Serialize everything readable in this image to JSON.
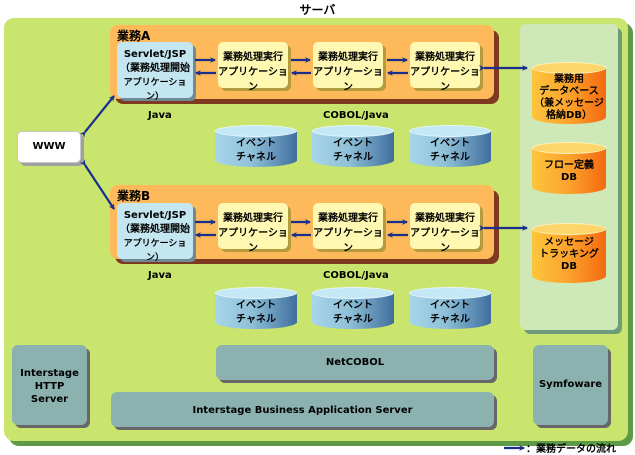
{
  "title": "サーバ",
  "www": {
    "label": "WWW"
  },
  "business_units": [
    {
      "label": "業務A",
      "servlet": {
        "line1": "Servlet/JSP",
        "line2": "（業務処理開始",
        "line3": "アプリケーション）"
      },
      "apps": [
        {
          "line1": "業務処理実行",
          "line2": "アプリケーション"
        },
        {
          "line1": "業務処理実行",
          "line2": "アプリケーション"
        },
        {
          "line1": "業務処理実行",
          "line2": "アプリケーション"
        }
      ],
      "lang_left": "Java",
      "lang_right": "COBOL/Java",
      "event_channels": [
        {
          "line1": "イベント",
          "line2": "チャネル"
        },
        {
          "line1": "イベント",
          "line2": "チャネル"
        },
        {
          "line1": "イベント",
          "line2": "チャネル"
        }
      ]
    },
    {
      "label": "業務B",
      "servlet": {
        "line1": "Servlet/JSP",
        "line2": "（業務処理開始",
        "line3": "アプリケーション）"
      },
      "apps": [
        {
          "line1": "業務処理実行",
          "line2": "アプリケーション"
        },
        {
          "line1": "業務処理実行",
          "line2": "アプリケーション"
        },
        {
          "line1": "業務処理実行",
          "line2": "アプリケーション"
        }
      ],
      "lang_left": "Java",
      "lang_right": "COBOL/Java",
      "event_channels": [
        {
          "line1": "イベント",
          "line2": "チャネル"
        },
        {
          "line1": "イベント",
          "line2": "チャネル"
        },
        {
          "line1": "イベント",
          "line2": "チャネル"
        }
      ]
    }
  ],
  "databases": [
    {
      "lines": [
        "業務用",
        "データベース",
        "（兼メッセージ",
        "格納DB）"
      ]
    },
    {
      "lines": [
        "フロー定義",
        "DB"
      ]
    },
    {
      "lines": [
        "メッセージ",
        "トラッキング",
        "DB"
      ]
    }
  ],
  "middleware": {
    "http_server": [
      "Interstage",
      "HTTP",
      "Server"
    ],
    "netcobol": "NetCOBOL",
    "ibas": "Interstage Business Application Server",
    "symfoware": "Symfoware"
  },
  "legend": {
    "text": "：業務データの流れ"
  },
  "colors": {
    "arrow": "#1a2f8c",
    "server_bg": "#c9e56d",
    "business_bg": "#fdb95a",
    "db_orange": "#f46a10",
    "middleware": "#8cb2b0"
  }
}
